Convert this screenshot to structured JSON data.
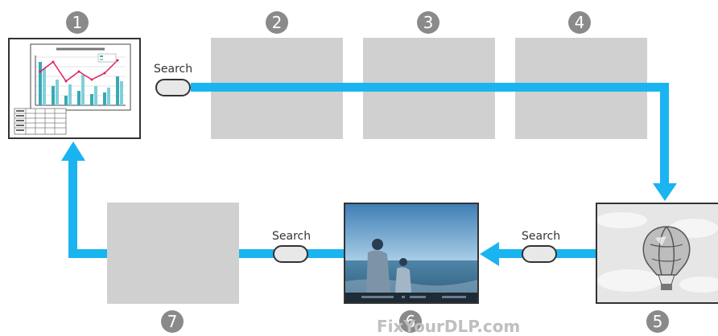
{
  "steps": [
    {
      "num": "1",
      "name": "chart-slide"
    },
    {
      "num": "2"
    },
    {
      "num": "3"
    },
    {
      "num": "4"
    },
    {
      "num": "5",
      "name": "balloon-image"
    },
    {
      "num": "6",
      "name": "photo-image"
    },
    {
      "num": "7"
    }
  ],
  "search_label": "Search",
  "watermark": "FixYourDLP.com",
  "colors": {
    "arrow": "#1ab4f0",
    "placeholder": "#d0d0d0",
    "number_badge": "#8a8a8a"
  }
}
